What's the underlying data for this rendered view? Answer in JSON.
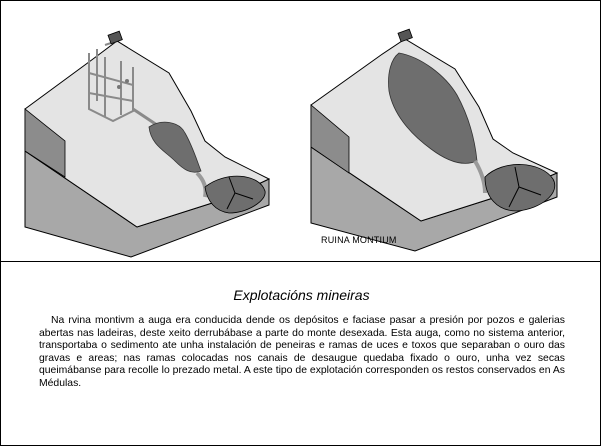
{
  "figure": {
    "caption": "RUINA MONTIUM"
  },
  "section": {
    "title": "Explotacións mineiras",
    "paragraph": "Na rvina montivm a auga era conducida dende os depósitos e faciase pasar a presión por pozos e galerias abertas nas ladeiras, deste xeito derrubábase a parte do monte desexada. Esta auga, como no sistema anterior, transportaba o sedimento ate unha instalación de peneiras e ramas de uces e toxos que separaban o ouro das gravas e areas; nas ramas colocadas nos canais de desaugue quedaba fixado o ouro, unha vez secas queimábanse para recolle lo prezado metal. A este tipo de explotación corresponden os restos conservados en As Médulas."
  },
  "colors": {
    "block_side": "#a8a8a8",
    "block_top": "#e4e4e4",
    "cut_fill": "#6e6e6e",
    "channel": "#9a9a9a",
    "outline": "#000000"
  }
}
